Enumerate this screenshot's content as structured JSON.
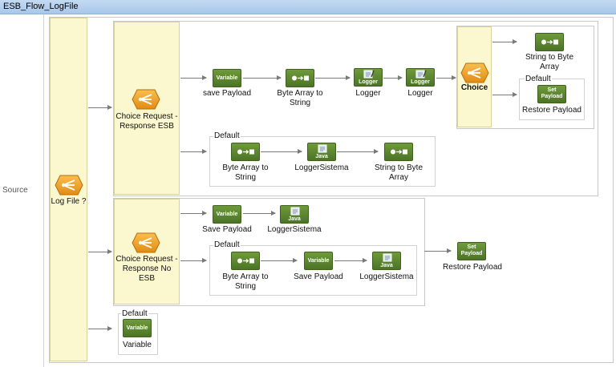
{
  "window": {
    "title": "ESB_Flow_LogFile"
  },
  "source_label": "Source",
  "choice_log": "Log File ?",
  "choice_req_esb": [
    "Choice Request -",
    "Response ESB"
  ],
  "choice_req_no_esb": [
    "Choice Request -",
    "Response No ESB"
  ],
  "choice_inner": "Choice",
  "default_label": "Default",
  "icon_text": {
    "variable": "Variable",
    "logger": "Logger",
    "java": "Java",
    "set_payload": [
      "Set",
      "Payload"
    ]
  },
  "row1": {
    "save_payload": "save Payload",
    "byte_array": [
      "Byte Array to",
      "String"
    ],
    "logger1": "Logger",
    "logger2": "Logger"
  },
  "inner_choice_branches": {
    "string_to_byte": [
      "String to Byte",
      "Array"
    ],
    "restore_payload": "Restore Payload"
  },
  "default1": {
    "byte_array": [
      "Byte Array to",
      "String"
    ],
    "logger_sistema": "LoggerSistema",
    "string_to_byte": [
      "String to Byte",
      "Array"
    ]
  },
  "row2": {
    "save_payload": "Save Payload",
    "logger_sistema": "LoggerSistema"
  },
  "default2": {
    "byte_array": [
      "Byte Array to",
      "String"
    ],
    "save_payload": "Save Payload",
    "logger_sistema": "LoggerSistema"
  },
  "restore_payload_outer": "Restore Payload",
  "default_log": {
    "variable": "Variable"
  }
}
